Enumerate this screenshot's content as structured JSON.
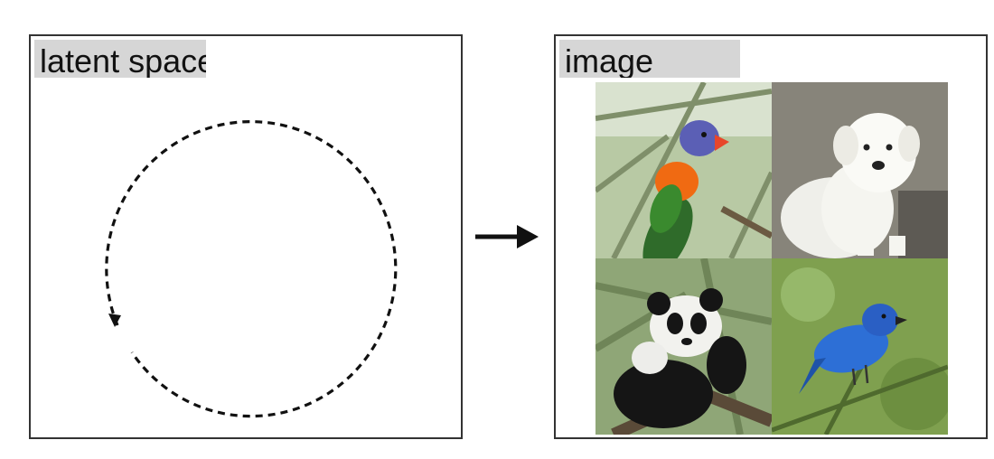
{
  "latent_panel": {
    "label": "latent space"
  },
  "image_panel": {
    "label": "image",
    "images": [
      {
        "subject": "rainbow lorikeet parrot on branches"
      },
      {
        "subject": "white fluffy dog sitting"
      },
      {
        "subject": "giant panda in tree"
      },
      {
        "subject": "blue indigo bunting bird on branch"
      }
    ]
  },
  "colors": {
    "border": "#333333",
    "label_bg": "#d6d6d6",
    "stroke": "#111111"
  }
}
